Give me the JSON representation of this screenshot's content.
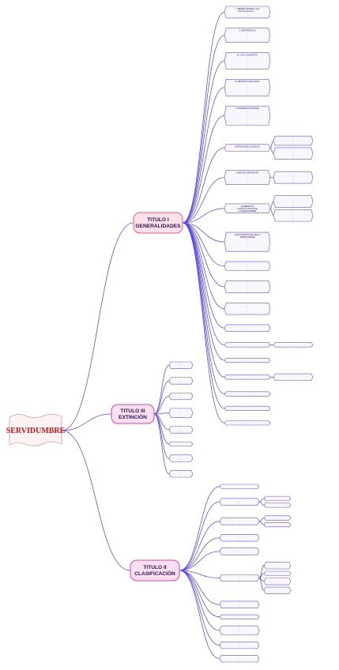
{
  "root": {
    "label": "SERVIDUMBRE"
  },
  "branches": [
    {
      "label_lines": [
        "TITULO I",
        "GENERALIDADES"
      ],
      "fill": "#fde0e8",
      "stroke": "#e05f8a",
      "children": [
        {
          "lines": [
            "I. GENERALIDADES: ante",
            "todo servidumbre, ...",
            "...",
            "..."
          ],
          "sub": []
        },
        {
          "lines": [
            "II. IMPORTANCIA",
            "...",
            "...",
            "...",
            "..."
          ],
          "sub": []
        },
        {
          "lines": [
            "III. LOS CONCEPTOS",
            "...",
            "...",
            "...",
            "...",
            "..."
          ],
          "sub": []
        },
        {
          "lines": [
            "IV. METODOLOGÍA LEGAL",
            "...",
            "...",
            "...",
            "...",
            "..."
          ],
          "sub": []
        },
        {
          "lines": [
            "V. DIFERENCIAS ENTRE",
            "...",
            "...",
            "...",
            "...",
            "...",
            "..."
          ],
          "sub": []
        },
        {
          "lines": [
            "DEFINICIONES LEGALES",
            "..."
          ],
          "sub": [
            {
              "lines": [
                "...",
                "...",
                "..."
              ]
            },
            {
              "lines": [
                "...",
                "...",
                "...",
                "..."
              ]
            }
          ]
        },
        {
          "lines": [
            "NUESTRA DEFINICIÓN",
            "...",
            "...",
            "...",
            "..."
          ],
          "sub": [
            {
              "lines": [
                "...",
                "...",
                "...",
                "..."
              ]
            }
          ]
        },
        {
          "lines": [
            "ELEMENTOS",
            "CONSTITUTIVOS DE",
            "LA SERVIDUMBRE"
          ],
          "sub": [
            {
              "lines": [
                "...",
                "...",
                "...",
                "..."
              ]
            },
            {
              "lines": [
                "...",
                "...",
                "...",
                "..."
              ]
            }
          ]
        },
        {
          "lines": [
            "CARACTERÍSTICAS DE LA",
            "SERVIDUMBRE",
            "...",
            "...",
            "...",
            "...",
            "..."
          ],
          "sub": []
        },
        {
          "lines": [
            "...",
            "...",
            "..."
          ],
          "sub": []
        },
        {
          "lines": [
            "...",
            "...",
            "...",
            "..."
          ],
          "sub": []
        },
        {
          "lines": [
            "...",
            "...",
            "...",
            "..."
          ],
          "sub": []
        },
        {
          "lines": [
            "...",
            "..."
          ],
          "sub": []
        },
        {
          "lines": [
            "..."
          ],
          "sub": [
            {
              "lines": [
                "..."
              ]
            }
          ]
        },
        {
          "lines": [
            "..."
          ],
          "sub": []
        },
        {
          "lines": [
            "..."
          ],
          "sub": [
            {
              "lines": [
                "...",
                "..."
              ]
            }
          ]
        },
        {
          "lines": [
            "..."
          ],
          "sub": []
        },
        {
          "lines": [
            "..."
          ],
          "sub": []
        },
        {
          "lines": [
            "..."
          ],
          "sub": []
        }
      ]
    },
    {
      "label_lines": [
        "TITULO III",
        "EXTINCIÓN"
      ],
      "fill": "#fde0f0",
      "stroke": "#d04aa8",
      "children": [
        {
          "lines": [
            "...",
            "..."
          ],
          "sub": []
        },
        {
          "lines": [
            "...",
            "..."
          ],
          "sub": []
        },
        {
          "lines": [
            "...",
            "..."
          ],
          "sub": []
        },
        {
          "lines": [
            "...",
            "...",
            "..."
          ],
          "sub": []
        },
        {
          "lines": [
            "...",
            "..."
          ],
          "sub": []
        },
        {
          "lines": [
            "..."
          ],
          "sub": []
        },
        {
          "lines": [
            "...",
            "..."
          ],
          "sub": []
        },
        {
          "lines": [
            "...",
            "..."
          ],
          "sub": []
        }
      ]
    },
    {
      "label_lines": [
        "TITULO II",
        "CLASIFICACIÓN"
      ],
      "fill": "#fde0f0",
      "stroke": "#d04aa8",
      "children": [
        {
          "lines": [
            "..."
          ],
          "sub": []
        },
        {
          "lines": [
            "...",
            "..."
          ],
          "sub": [
            {
              "lines": [
                "..."
              ]
            },
            {
              "lines": [
                "..."
              ]
            }
          ]
        },
        {
          "lines": [
            "...",
            "..."
          ],
          "sub": [
            {
              "lines": [
                "..."
              ]
            },
            {
              "lines": [
                "..."
              ]
            }
          ]
        },
        {
          "lines": [
            "...",
            "..."
          ],
          "sub": []
        },
        {
          "lines": [
            "...",
            "..."
          ],
          "sub": []
        },
        {
          "lines": [
            "...",
            "..."
          ],
          "sub": [
            {
              "lines": [
                "...",
                "..."
              ]
            },
            {
              "lines": [
                "..."
              ]
            },
            {
              "lines": [
                "...",
                "..."
              ]
            },
            {
              "lines": [
                "...",
                "..."
              ]
            }
          ]
        },
        {
          "lines": [
            "...",
            "..."
          ],
          "sub": []
        },
        {
          "lines": [
            "..."
          ],
          "sub": []
        },
        {
          "lines": [
            "...",
            "...",
            "..."
          ],
          "sub": []
        },
        {
          "lines": [
            "...",
            "..."
          ],
          "sub": []
        },
        {
          "lines": [
            "...",
            "..."
          ],
          "sub": []
        }
      ]
    }
  ],
  "colors": {
    "line": "#5a48e0",
    "leaf_fill": "#f8f6ff",
    "leaf_stroke": "#6452e6",
    "root_text": "#d01818"
  }
}
